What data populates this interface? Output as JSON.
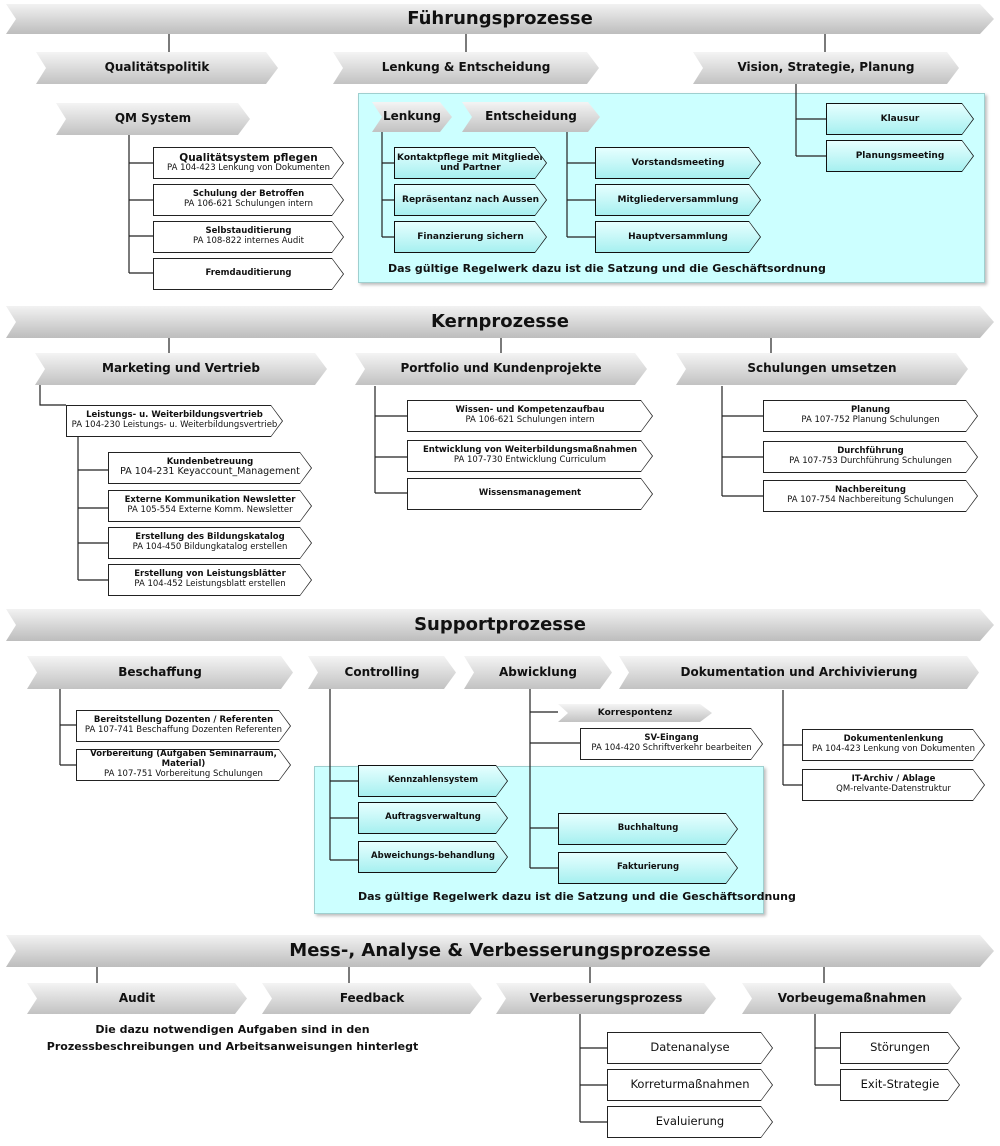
{
  "fuehrung": {
    "title": "Führungsprozesse",
    "qualitaetspolitik": "Qualitätspolitik",
    "lenkung_entscheidung": "Lenkung & Entscheidung",
    "vision": "Vision, Strategie, Planung",
    "qm_system": "QM System",
    "qm_items": [
      {
        "title": "Qualitätsystem pflegen",
        "sub": "PA 104-423 Lenkung von Dokumenten"
      },
      {
        "title": "Schulung der Betroffen",
        "sub": "PA 106-621 Schulungen intern"
      },
      {
        "title": "Selbstauditierung",
        "sub": "PA 108-822 internes Audit"
      },
      {
        "title": "Fremdauditierung",
        "sub": ""
      }
    ],
    "lenkung": "Lenkung",
    "entscheidung": "Entscheidung",
    "lenkung_items": [
      "Kontaktpflege mit Mitglieder und Partner",
      "Repräsentanz nach Aussen",
      "Finanzierung sichern"
    ],
    "entscheidung_items": [
      "Vorstandsmeeting",
      "Mitgliederversammlung",
      "Hauptversammlung"
    ],
    "vision_items": [
      "Klausur",
      "Planungsmeeting"
    ],
    "note": "Das gültige Regelwerk dazu ist die Satzung und die Geschäftsordnung"
  },
  "kern": {
    "title": "Kernprozesse",
    "marketing": "Marketing und Vertrieb",
    "portfolio": "Portfolio und Kundenprojekte",
    "schulungen": "Schulungen umsetzen",
    "leistung": {
      "title": "Leistungs- u. Weiterbildungsvertrieb",
      "sub": "PA 104-230 Leistungs- u. Weiterbildungsvertrieb"
    },
    "marketing_items": [
      {
        "title": "Kundenbetreuung",
        "sub": "PA 104-231 Keyaccount_Management"
      },
      {
        "title": "Externe Kommunikation Newsletter",
        "sub": "PA 105-554 Externe Komm. Newsletter"
      },
      {
        "title": "Erstellung des Bildungskatalog",
        "sub": "PA 104-450 Bildungkatalog erstellen"
      },
      {
        "title": "Erstellung von Leistungsblätter",
        "sub": "PA 104-452 Leistungsblatt erstellen"
      }
    ],
    "portfolio_items": [
      {
        "title": "Wissen- und Kompetenzaufbau",
        "sub": "PA 106-621 Schulungen intern"
      },
      {
        "title": "Entwicklung von Weiterbildungsmaßnahmen",
        "sub": "PA 107-730 Entwicklung Curriculum"
      },
      {
        "title": "Wissensmanagement",
        "sub": ""
      }
    ],
    "schulungen_items": [
      {
        "title": "Planung",
        "sub": "PA 107-752 Planung Schulungen"
      },
      {
        "title": "Durchführung",
        "sub": "PA 107-753 Durchführung Schulungen"
      },
      {
        "title": "Nachbereitung",
        "sub": "PA 107-754 Nachbereitung Schulungen"
      }
    ]
  },
  "support": {
    "title": "Supportprozesse",
    "beschaffung": "Beschaffung",
    "controlling": "Controlling",
    "abwicklung": "Abwicklung",
    "dokumentation": "Dokumentation und Archivivierung",
    "beschaffung_items": [
      {
        "title": "Bereitstellung Dozenten / Referenten",
        "sub": "PA 107-741 Beschaffung Dozenten Referenten"
      },
      {
        "title": "Vorbereitung (Aufgaben Seminarraum, Material)",
        "sub": "PA 107-751 Vorbereitung Schulungen"
      }
    ],
    "controlling_items": [
      "Kennzahlensystem",
      "Auftragsverwaltung",
      "Abweichungs-behandlung"
    ],
    "korrespontenz": "Korrespontenz",
    "sv_eingang": {
      "title": "SV-Eingang",
      "sub": "PA 104-420 Schriftverkehr bearbeiten"
    },
    "abwicklung_items": [
      "Buchhaltung",
      "Fakturierung"
    ],
    "doku_items": [
      {
        "title": "Dokumentenlenkung",
        "sub": "PA 104-423 Lenkung von Dokumenten"
      },
      {
        "title": "IT-Archiv / Ablage",
        "sub": "QM-relvante-Datenstruktur"
      }
    ],
    "note": "Das gültige Regelwerk dazu ist die Satzung und die Geschäftsordnung"
  },
  "mess": {
    "title": "Mess-, Analyse & Verbesserungsprozesse",
    "audit": "Audit",
    "feedback": "Feedback",
    "verbesserung": "Verbesserungsprozess",
    "vorbeuge": "Vorbeugemaßnahmen",
    "note1": "Die dazu notwendigen Aufgaben sind in den",
    "note2": "Prozessbeschreibungen und Arbeitsanweisungen hinterlegt",
    "verbesserung_items": [
      "Datenanalyse",
      "Korreturmaßnahmen",
      "Evaluierung"
    ],
    "vorbeuge_items": [
      "Störungen",
      "Exit-Strategie"
    ]
  }
}
